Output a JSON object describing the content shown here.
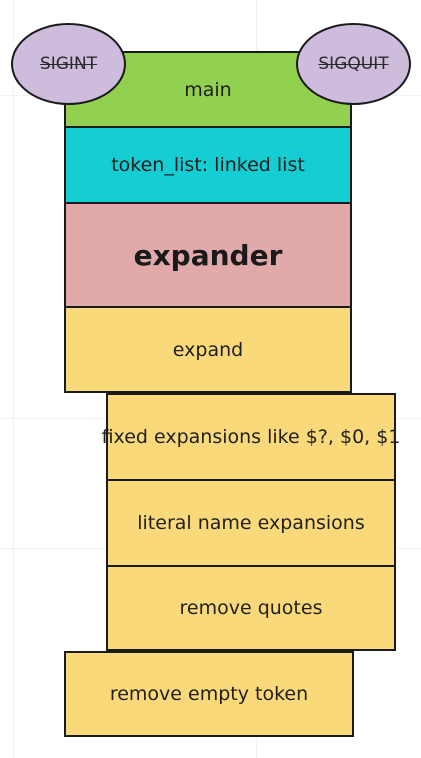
{
  "diagram": {
    "signals": {
      "sigint": "SIGINT",
      "sigquit": "SIGQUIT"
    },
    "blocks": {
      "main": "main",
      "token_list": "token_list: linked list",
      "expander": "expander",
      "expand": "expand",
      "fixed_expansions": "fixed expansions like $?, $0, $1",
      "literal_name_expansions": "literal name expansions",
      "remove_quotes": "remove quotes",
      "remove_empty_token": "remove empty token"
    },
    "colors": {
      "main": "#92d050",
      "token_list": "#14ced4",
      "expander": "#e2a9aa",
      "steps": "#fad97b",
      "signals": "#cdbcdc"
    }
  }
}
